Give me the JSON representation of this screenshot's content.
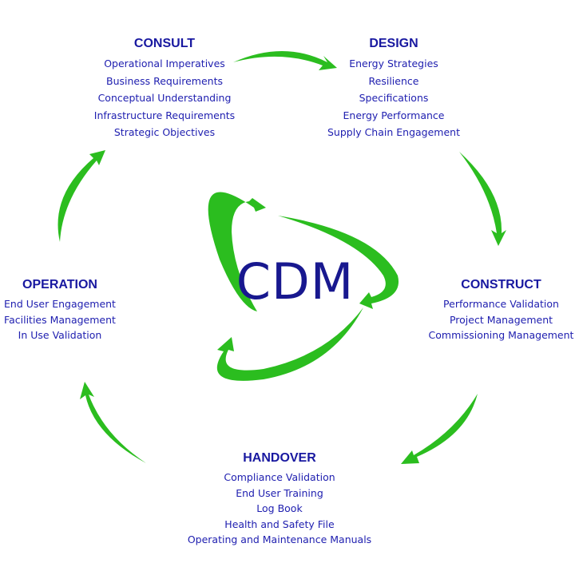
{
  "center": {
    "label": "CDM"
  },
  "colors": {
    "arrow": "#2bbd1f",
    "text": "#1a1aa6"
  },
  "phases": {
    "consult": {
      "title": "CONSULT",
      "items": [
        "Operational Imperatives",
        "Business Requirements",
        "Conceptual Understanding",
        "Infrastructure Requirements",
        "Strategic Objectives"
      ]
    },
    "design": {
      "title": "DESIGN",
      "items": [
        "Energy Strategies",
        "Resilience",
        "Specifications",
        "Energy Performance",
        "Supply Chain Engagement"
      ]
    },
    "construct": {
      "title": "CONSTRUCT",
      "items": [
        "Performance Validation",
        "Project Management",
        "Commissioning Management"
      ]
    },
    "handover": {
      "title": "HANDOVER",
      "items": [
        "Compliance Validation",
        "End User Training",
        "Log Book",
        "Health and Safety File",
        "Operating and Maintenance Manuals"
      ]
    },
    "operation": {
      "title": "OPERATION",
      "items": [
        "End User Engagement",
        "Facilities Management",
        "In Use Validation"
      ]
    }
  }
}
